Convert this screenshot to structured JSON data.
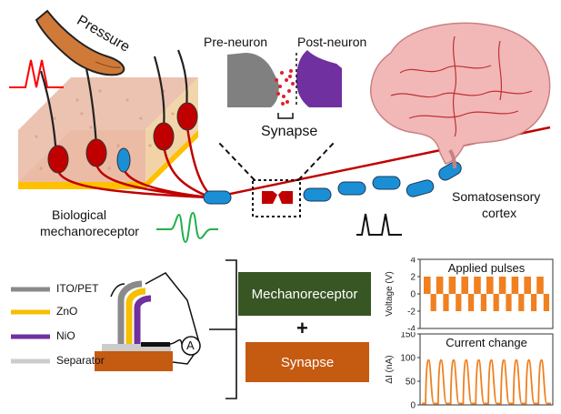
{
  "labels": {
    "pressure": "Pressure",
    "pre_neuron": "Pre-neuron",
    "post_neuron": "Post-neuron",
    "synapse": "Synapse",
    "bio_receptor_1": "Biological",
    "bio_receptor_2": "mechanoreceptor",
    "cortex_1": "Somatosensory",
    "cortex_2": "cortex"
  },
  "device": {
    "legend": [
      {
        "label": "ITO/PET",
        "color": "#8a8a8a"
      },
      {
        "label": "ZnO",
        "color": "#f5c000"
      },
      {
        "label": "NiO",
        "color": "#7030a0"
      },
      {
        "label": "Separator",
        "color": "#cccccc"
      }
    ],
    "ammeter": "A",
    "substrate_color": "#c55a11"
  },
  "function_boxes": {
    "top": {
      "label": "Mechanoreceptor",
      "color": "#375623"
    },
    "plus": "+",
    "bottom": {
      "label": "Synapse",
      "color": "#c55a11"
    }
  },
  "colors": {
    "nerve": "#c00000",
    "receptor_red": "#c00000",
    "receptor_blue": "#1b8fd6",
    "pulse_red": "#ff0000",
    "pulse_green": "#22b04a",
    "brain": "#f2b8b8",
    "skin": "#f3c8b4",
    "skin_base": "#ffc000",
    "trace": "#f08020"
  },
  "chart_data": [
    {
      "type": "line",
      "title": "Applied pulses",
      "ylabel": "Voltage (V)",
      "ylim": [
        -4,
        4
      ],
      "yticks": [
        -4,
        -2,
        0,
        2,
        4
      ],
      "pulse_count": 10,
      "high": 2,
      "low": -2
    },
    {
      "type": "line",
      "title": "Current change",
      "ylabel": "ΔI (nA)",
      "ylim": [
        0,
        150
      ],
      "yticks": [
        0,
        50,
        100,
        150
      ],
      "peak_count": 10,
      "peak": 95,
      "baseline": 3
    }
  ]
}
